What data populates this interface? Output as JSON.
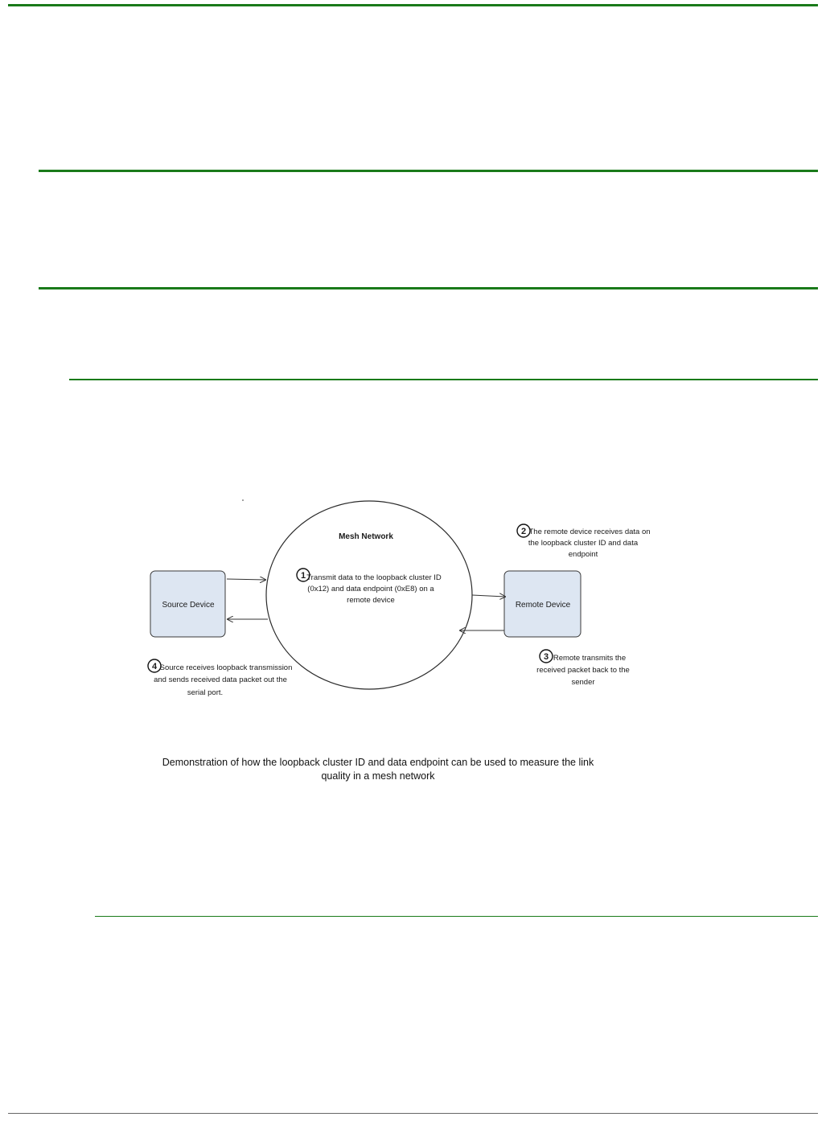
{
  "colors": {
    "rule_green": "#1a7a1a",
    "box_fill": "#dde6f2",
    "box_stroke": "#3a3a3a",
    "footer_rule": "#666666"
  },
  "diagram": {
    "network_label": "Mesh Network",
    "source_device": "Source Device",
    "remote_device": "Remote Device",
    "steps": [
      {
        "number": "1",
        "lines": [
          "Transmit data to the loopback cluster ID",
          "(0x12) and data endpoint  (0xE8) on a",
          "remote device"
        ]
      },
      {
        "number": "2",
        "lines": [
          "The remote device receives data on",
          "the loopback cluster ID and data",
          "endpoint"
        ]
      },
      {
        "number": "3",
        "lines": [
          "Remote transmits the",
          "received packet back to the",
          "sender"
        ]
      },
      {
        "number": "4",
        "lines": [
          "Source receives loopback transmission",
          "and sends received data packet out the",
          "serial port."
        ]
      }
    ]
  },
  "caption": "Demonstration of how the loopback cluster ID and data endpoint can be used to measure the link quality in a mesh network"
}
